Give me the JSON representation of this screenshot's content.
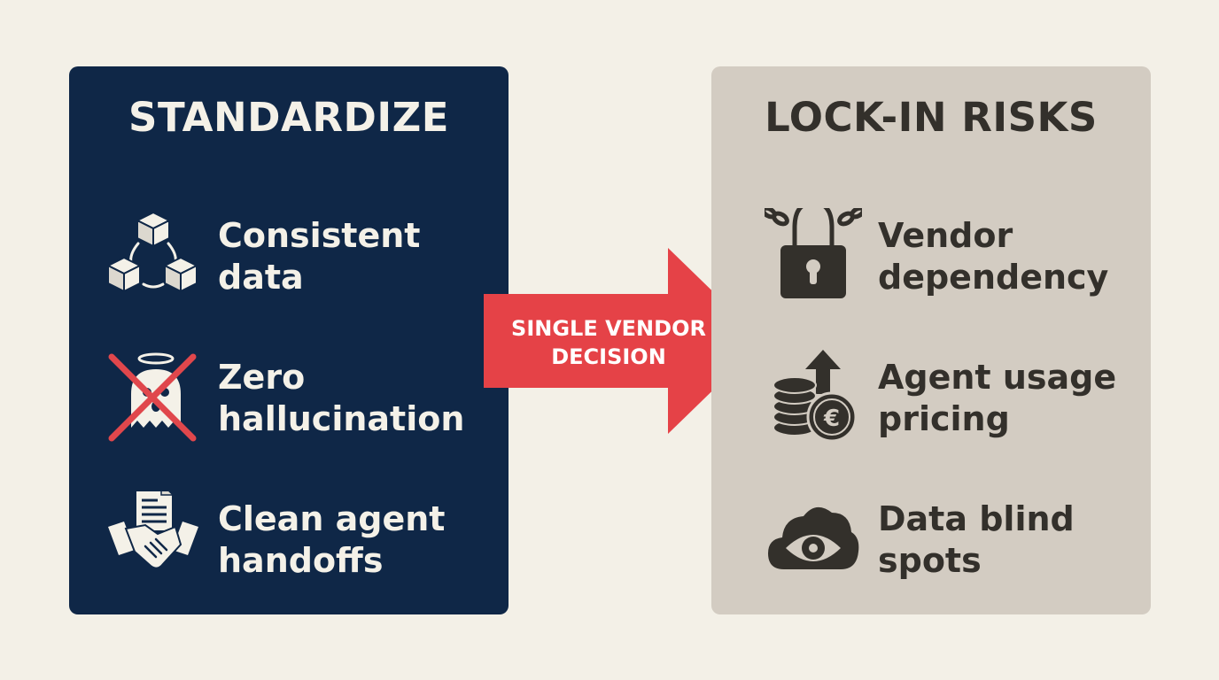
{
  "colors": {
    "background": "#f3f0e7",
    "left_panel": "#0f2747",
    "right_panel": "#d3ccc2",
    "arrow": "#e54247",
    "cross": "#e0474c"
  },
  "left_panel": {
    "title": "STANDARDIZE",
    "items": [
      {
        "icon": "connected-cubes-icon",
        "line1": "Consistent",
        "line2": "data"
      },
      {
        "icon": "crossed-out-ghost-icon",
        "line1": "Zero",
        "line2": "hallucination"
      },
      {
        "icon": "document-handshake-icon",
        "line1": "Clean agent",
        "line2": "handoffs"
      }
    ]
  },
  "arrow": {
    "line1": "SINGLE VENDOR",
    "line2": "DECISION"
  },
  "right_panel": {
    "title": "LOCK-IN RISKS",
    "items": [
      {
        "icon": "chained-padlock-icon",
        "line1": "Vendor",
        "line2": "dependency"
      },
      {
        "icon": "coins-euro-arrow-up-icon",
        "line1": "Agent usage",
        "line2": "pricing"
      },
      {
        "icon": "cloud-eye-icon",
        "line1": "Data blind",
        "line2": "spots"
      }
    ]
  }
}
